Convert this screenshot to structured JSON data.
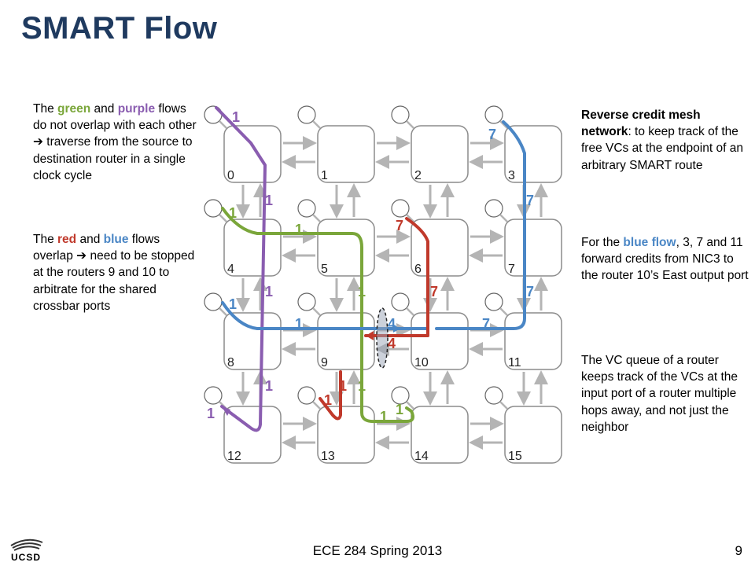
{
  "slide": {
    "title": "SMART Flow",
    "footer": "ECE 284 Spring 2013",
    "page_number": "9",
    "logo_text": "UCSD"
  },
  "left": {
    "para1": {
      "t1": "The ",
      "green": "green",
      "t2": " and ",
      "purple": "purple",
      "t3": " flows do not overlap with each other ",
      "arrow": "➔",
      "t4": " traverse from the source to destination router in a single clock cycle"
    },
    "para2": {
      "t1": "The ",
      "red": "red",
      "t2": " and ",
      "blue": "blue",
      "t3": " flows overlap ",
      "arrow": "➔",
      "t4": " need to be stopped at the routers 9 and 10 to arbitrate for the shared crossbar ports"
    }
  },
  "right": {
    "para1": {
      "bold": "Reverse credit mesh network",
      "rest": ": to keep track of the free VCs at the endpoint of an arbitrary SMART route"
    },
    "para2": {
      "t1": "For the ",
      "blue": "blue flow",
      "t2": ", 3, 7 and 11 forward credits from NIC3 to the router 10’s East output port"
    },
    "para3": {
      "text": "The VC queue of a router keeps track of the VCs at the input port of a router multiple hops away, and not just the neighbor"
    }
  },
  "diagram": {
    "routers": [
      "0",
      "1",
      "2",
      "3",
      "4",
      "5",
      "6",
      "7",
      "8",
      "9",
      "10",
      "11",
      "12",
      "13",
      "14",
      "15"
    ],
    "colors": {
      "green": "#7aa63a",
      "purple": "#8a5db0",
      "red": "#c0392b",
      "blue": "#4a86c5",
      "link": "#b4b4b4",
      "box": "#8c8c8c"
    },
    "labels": [
      {
        "text": "1",
        "color": "purple"
      },
      {
        "text": "1",
        "color": "purple"
      },
      {
        "text": "1",
        "color": "purple"
      },
      {
        "text": "1",
        "color": "purple"
      },
      {
        "text": "1",
        "color": "purple"
      },
      {
        "text": "1",
        "color": "green"
      },
      {
        "text": "1",
        "color": "green"
      },
      {
        "text": "1",
        "color": "green"
      },
      {
        "text": "1",
        "color": "green"
      },
      {
        "text": "1",
        "color": "green"
      },
      {
        "text": "1",
        "color": "green"
      },
      {
        "text": "1",
        "color": "blue"
      },
      {
        "text": "1",
        "color": "blue"
      },
      {
        "text": "4",
        "color": "blue"
      },
      {
        "text": "7",
        "color": "blue"
      },
      {
        "text": "7",
        "color": "blue"
      },
      {
        "text": "7",
        "color": "blue"
      },
      {
        "text": "7",
        "color": "blue"
      },
      {
        "text": "7",
        "color": "red"
      },
      {
        "text": "7",
        "color": "red"
      },
      {
        "text": "4",
        "color": "red"
      },
      {
        "text": "1",
        "color": "red"
      },
      {
        "text": "1",
        "color": "red"
      }
    ]
  }
}
